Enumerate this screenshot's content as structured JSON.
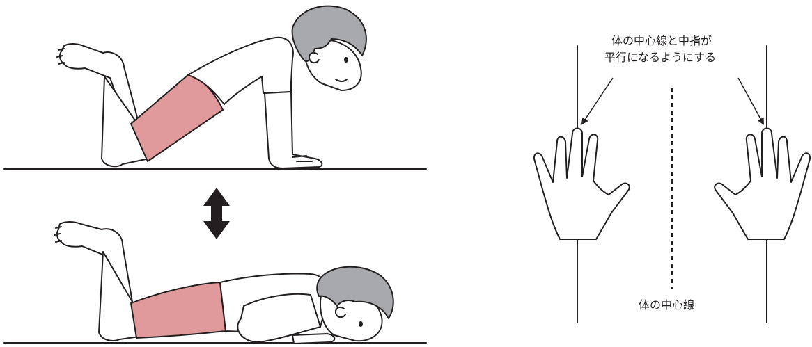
{
  "figure": {
    "annotations": {
      "instruction_line1": "体の中心線と中指が",
      "instruction_line2": "平行になるようにする",
      "centerline_label": "体の中心線"
    },
    "colors": {
      "ink": "#231f20",
      "shorts": "#e09a9b",
      "hair": "#a7a9ac",
      "background": "#ffffff"
    },
    "icons": {
      "motion_arrow": "double-vertical-arrow-icon",
      "instruction_arrows": "pointer-arrow-icon"
    }
  }
}
